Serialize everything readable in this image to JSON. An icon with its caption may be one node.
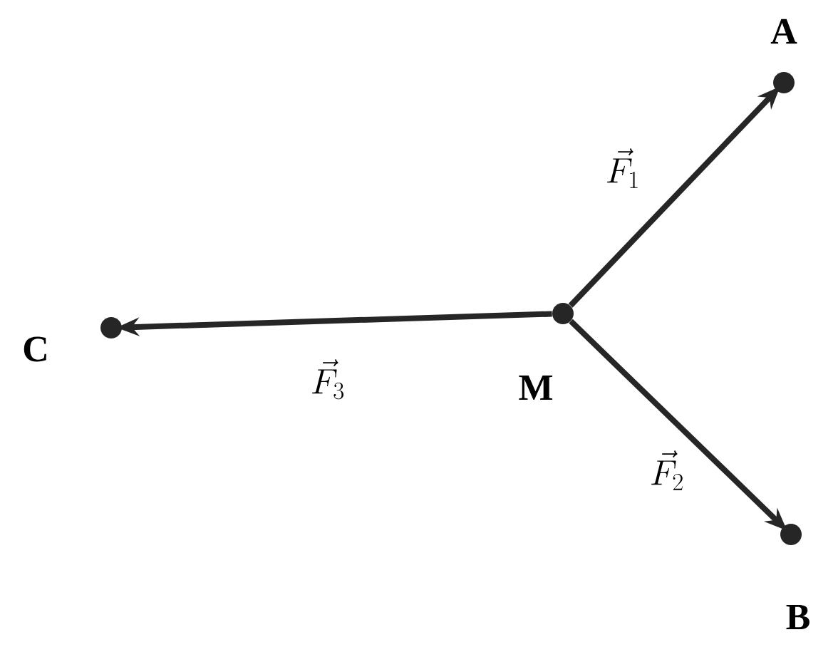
{
  "diagram": {
    "nodes": [
      {
        "text": [],
        "shape": "circle",
        "beside": [
          "A"
        ]
      },
      {
        "text": [],
        "shape": "circle",
        "beside": [
          "C"
        ]
      },
      {
        "text": [],
        "shape": "circle",
        "beside": [
          "M"
        ]
      },
      {
        "text": [],
        "shape": "circle",
        "beside": [
          "B"
        ]
      }
    ],
    "edges": [
      {
        "from": 2,
        "to": 0,
        "arrow": "to",
        "label": "\\vec{F_1}"
      },
      {
        "from": 2,
        "to": 3,
        "arrow": "to",
        "label": "\\vec{F_2}"
      },
      {
        "from": 2,
        "to": 1,
        "arrow": "to",
        "label": "\\vec{F_3}"
      }
    ]
  }
}
